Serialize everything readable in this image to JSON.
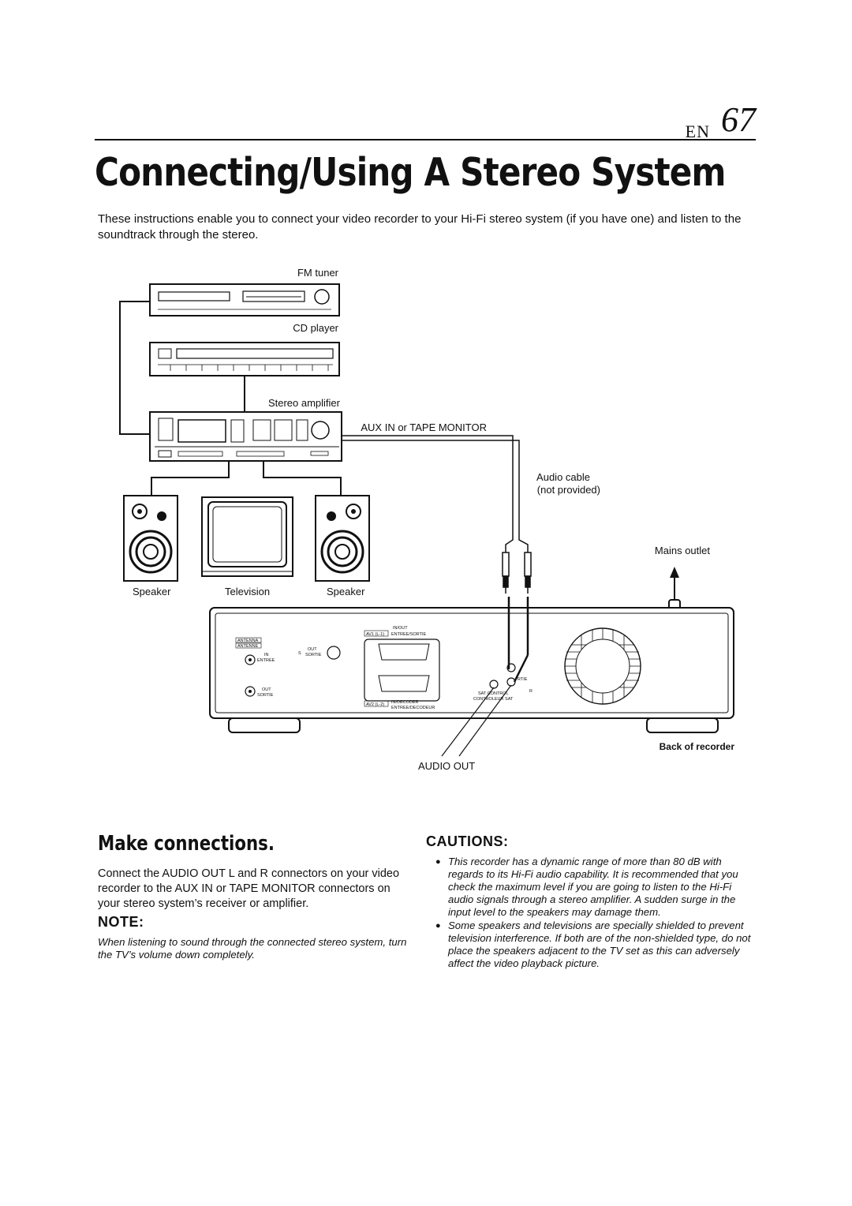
{
  "header": {
    "lang": "EN",
    "page_number": "67"
  },
  "title": "Connecting/Using A Stereo System",
  "intro": "These instructions enable you to connect your video recorder to your Hi-Fi stereo system (if you have one) and listen to the soundtrack through the stereo.",
  "diagram": {
    "fm_tuner": "FM tuner",
    "cd_player": "CD player",
    "stereo_amplifier": "Stereo amplifier",
    "aux_in": "AUX IN or TAPE MONITOR",
    "audio_cable_1": "Audio cable",
    "audio_cable_2": "(not provided)",
    "mains_outlet": "Mains outlet",
    "speaker_left": "Speaker",
    "television": "Television",
    "speaker_right": "Speaker",
    "back_of_recorder": "Back of recorder",
    "audio_out": "AUDIO OUT",
    "panel": {
      "antenna": "ANTENNA",
      "antenne": "ANTENNE",
      "in": "IN",
      "entree": "ENTREE",
      "out": "OUT",
      "sortie": "SORTIE",
      "s": "S",
      "av1": "AV1 (L-1)",
      "in_out": "IN/OUT",
      "entree_sortie": "ENTREE/SORTIE",
      "av2": "AV2 (L-2)",
      "in_decoder": "IN/DECODER",
      "entree_decodeur": "ENTREE/DECODEUR",
      "sat_control": "SAT CONTROL",
      "controleur_sat": "CONTROLEUR SAT",
      "r": "R",
      "rtie": "RTIE"
    }
  },
  "make_connections": {
    "title": "Make connections.",
    "body": "Connect the AUDIO OUT L and R connectors on your video recorder to the AUX IN or TAPE MONITOR connectors on your stereo system’s receiver or amplifier."
  },
  "note": {
    "title": "NOTE:",
    "text": "When listening to sound through the connected stereo system, turn the TV’s volume down completely."
  },
  "cautions": {
    "title": "CAUTIONS:",
    "bullet": "●",
    "items": [
      "This recorder has a dynamic range of more than 80 dB with regards to its Hi-Fi audio capability. It is recommended that you check the maximum level if you are going to listen to the Hi-Fi audio signals through a stereo amplifier. A sudden surge in the input level to the speakers may damage them.",
      "Some speakers and televisions are specially shielded to prevent television interference. If both are of the non-shielded type, do not place the speakers adjacent to the TV set as this can adversely affect the video playback picture."
    ]
  }
}
